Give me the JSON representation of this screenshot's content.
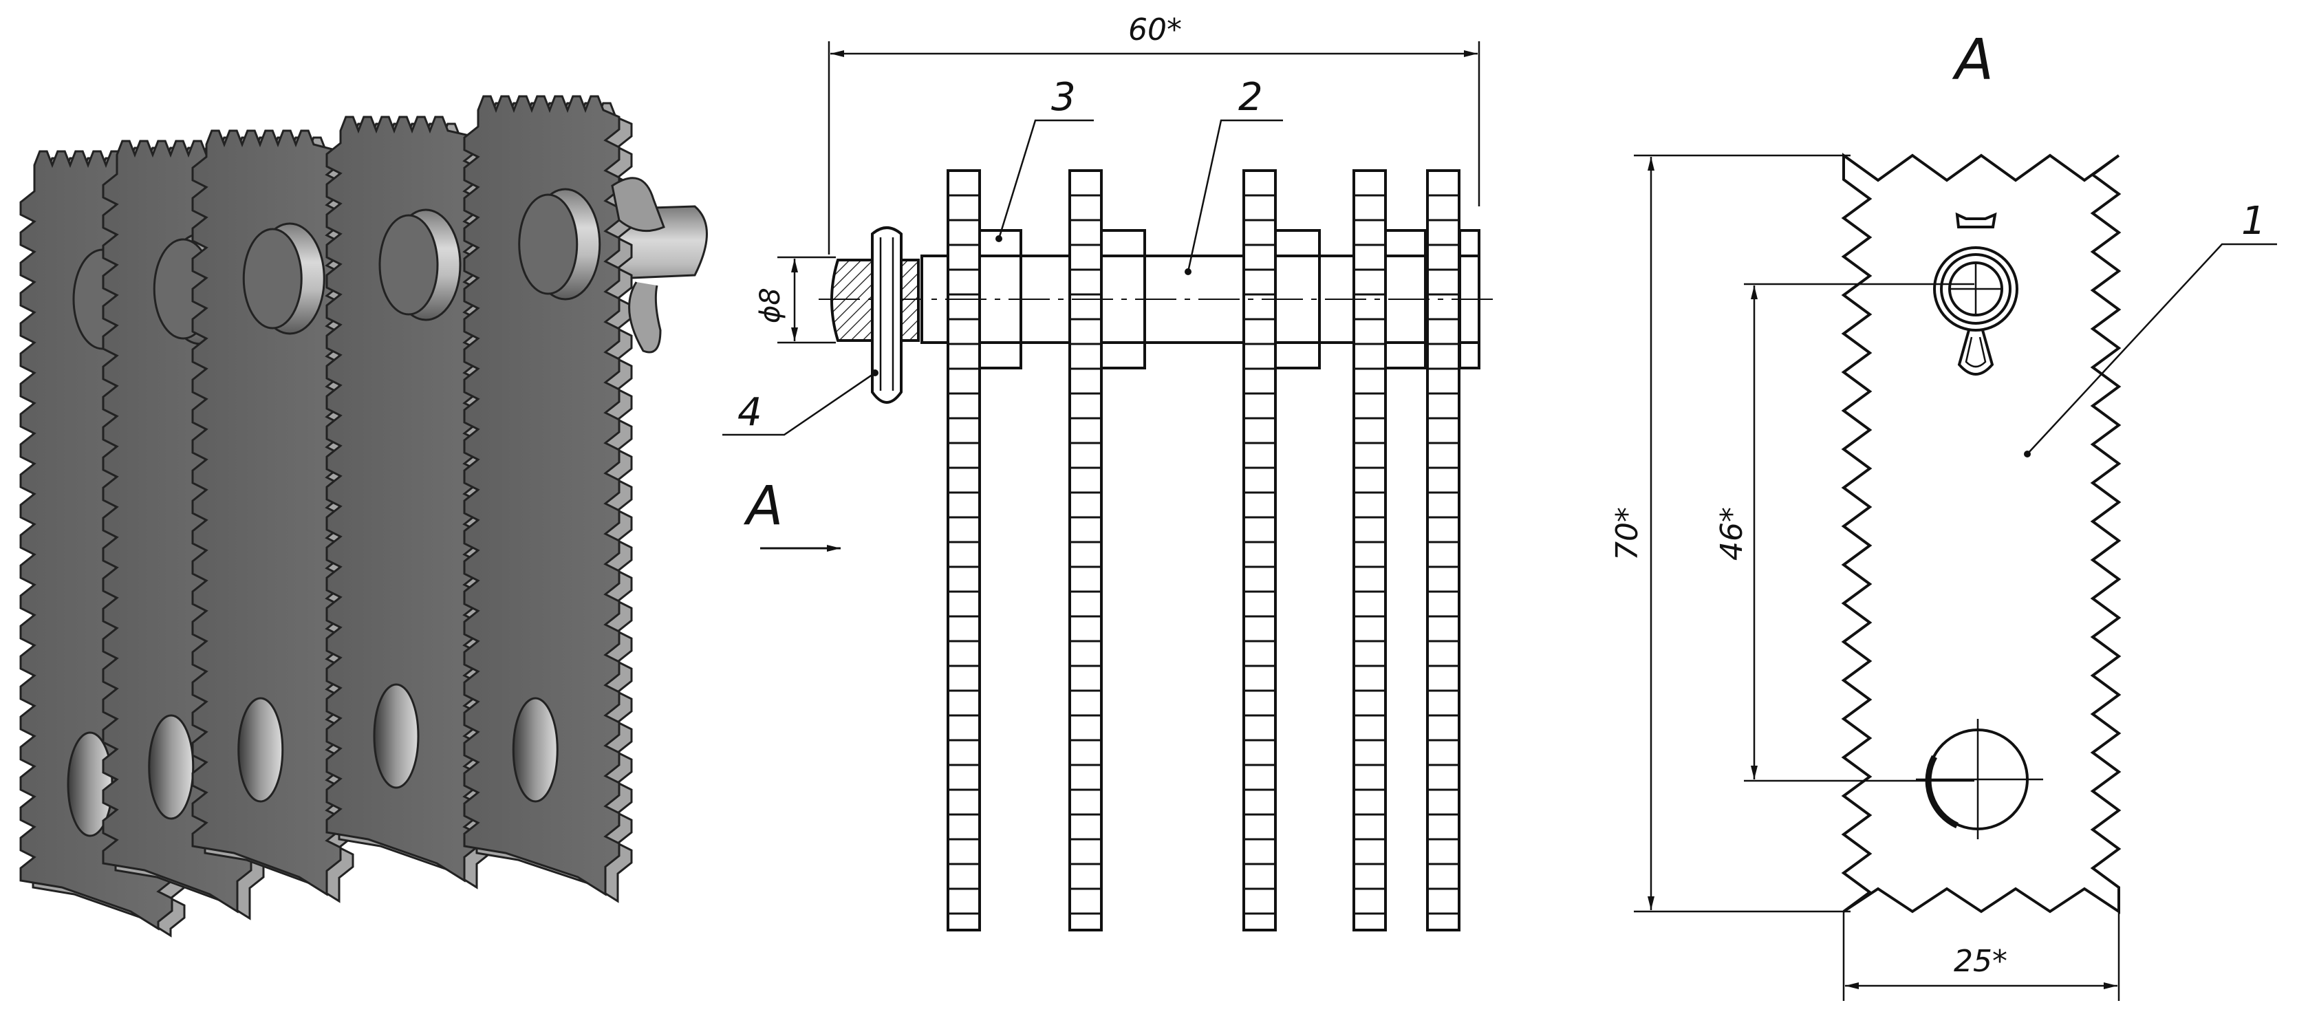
{
  "left_view": {
    "plate_count": 5
  },
  "front_view": {
    "dim_overall_width": "60*",
    "dim_axle_diameter": "ϕ8",
    "leader_labels": [
      "3",
      "2",
      "4"
    ],
    "view_arrow_label": "A"
  },
  "side_view": {
    "view_title": "A",
    "part_label": "1",
    "dim_height": "70*",
    "dim_hole_spacing": "46*",
    "dim_width": "25*"
  }
}
